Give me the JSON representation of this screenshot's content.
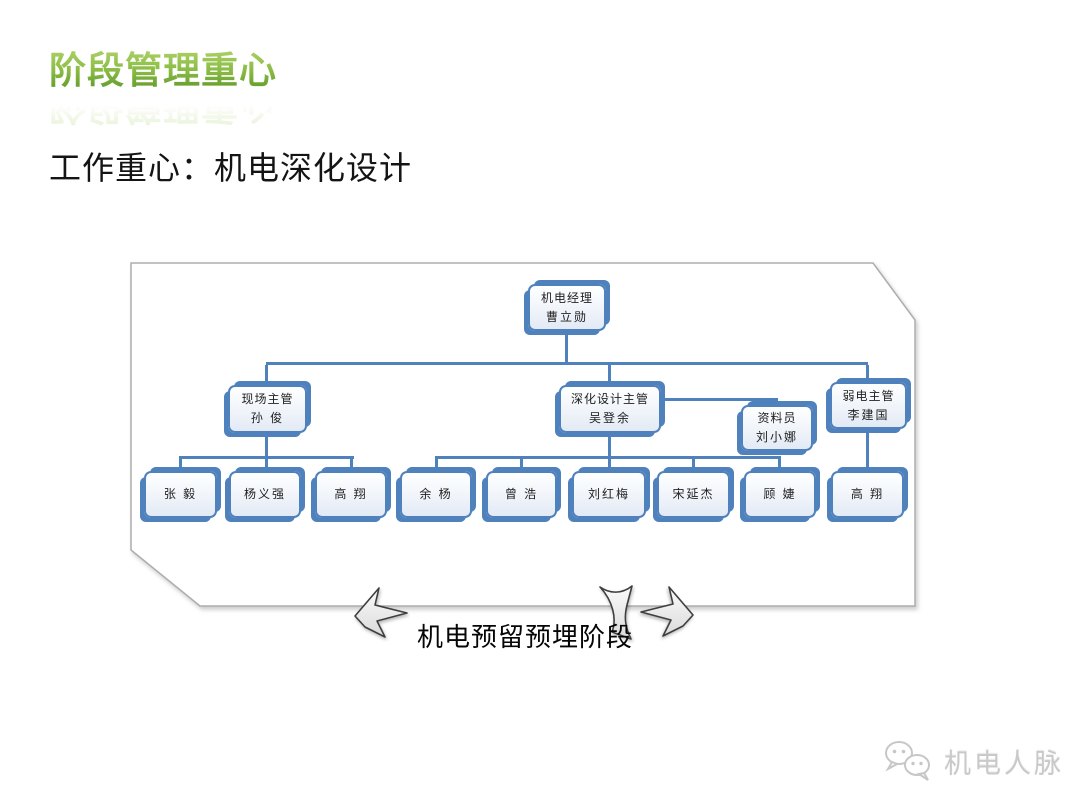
{
  "slide": {
    "title": "阶段管理重心",
    "subtitle": "工作重心：机电深化设计",
    "phase_label": "机电预留预埋阶段",
    "watermark_brand": "机电人脉"
  },
  "org_chart": {
    "manager": {
      "role": "机电经理",
      "name": "曹立勋"
    },
    "site_supervisor": {
      "role": "现场主管",
      "name": "孙 俊"
    },
    "design_supervisor": {
      "role": "深化设计主管",
      "name": "吴登余"
    },
    "assistant": {
      "role": "资料员",
      "name": "刘小娜"
    },
    "lowvolt_supervisor": {
      "role": "弱电主管",
      "name": "李建国"
    },
    "site_team": [
      {
        "name": "张 毅"
      },
      {
        "name": "杨义强"
      },
      {
        "name": "高 翔"
      }
    ],
    "design_team": [
      {
        "name": "余 杨"
      },
      {
        "name": "曾 浩"
      },
      {
        "name": "刘红梅"
      },
      {
        "name": "宋延杰"
      },
      {
        "name": "顾 婕"
      }
    ],
    "lowvolt_team": [
      {
        "name": "高 翔"
      }
    ]
  },
  "colors": {
    "accent_blue": "#4f81bd",
    "title_green": "#6fa832",
    "watermark_gray": "#c9c9c9"
  }
}
